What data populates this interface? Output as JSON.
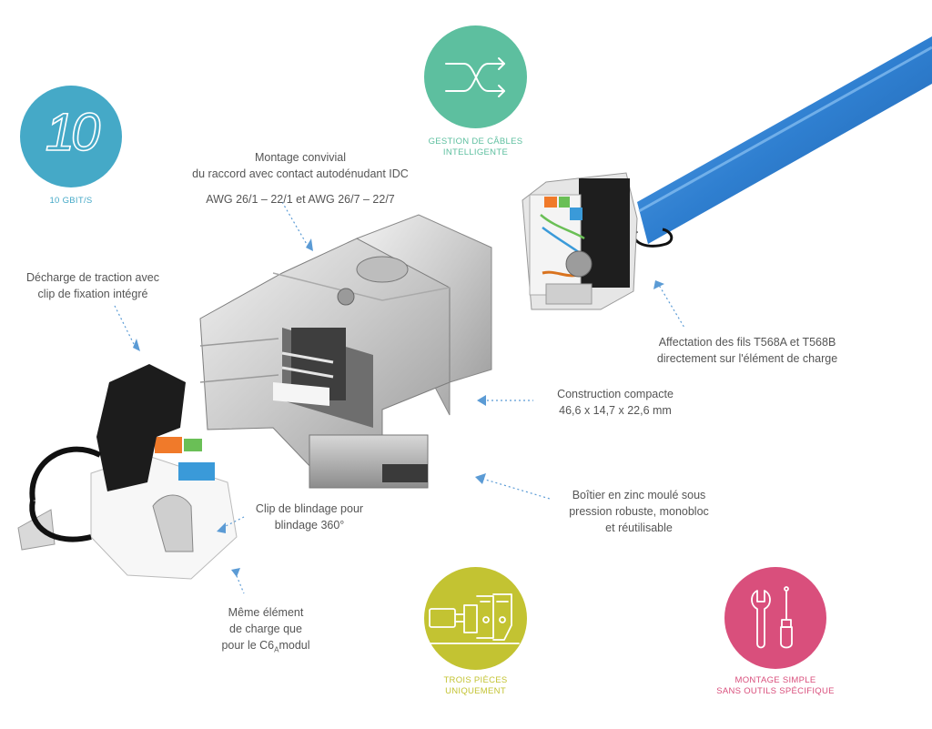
{
  "badges": {
    "speed": {
      "number": "10",
      "caption": "10 GBIT/s",
      "color": "#45a9c7"
    },
    "cables": {
      "caption_line1": "GESTION DE CÂBLES",
      "caption_line2": "INTELLIGENTE",
      "color": "#5dbf9f"
    },
    "parts": {
      "caption_line1": "TROIS PIÈCES",
      "caption_line2": "UNIQUEMENT",
      "color": "#c3c332"
    },
    "tools": {
      "caption_line1": "MONTAGE SIMPLE",
      "caption_line2": "SANS OUTILS SPÉCIFIQUE",
      "color": "#d94f7c"
    }
  },
  "annotations": {
    "idc": {
      "line1": "Montage convivial",
      "line2": "du raccord avec contact autodénudant IDC",
      "awg": "AWG 26/1 – 22/1 et AWG 26/7 – 22/7"
    },
    "strain": {
      "line1": "Décharge de traction avec",
      "line2": "clip de fixation intégré"
    },
    "wires": {
      "line1": "Affectation des fils T568A et T568B",
      "line2": "directement sur l'élément de charge"
    },
    "compact": {
      "line1": "Construction compacte",
      "line2": "46,6 x 14,7 x 22,6 mm"
    },
    "housing": {
      "line1": "Boîtier en zinc moulé sous",
      "line2": "pression robuste, monobloc",
      "line3": "et réutilisable"
    },
    "shield": {
      "line1": "Clip de blindage pour",
      "line2": "blindage 360°"
    },
    "element": {
      "line1": "Même élément",
      "line2": "de charge que",
      "line3_prefix": "pour le C6",
      "line3_sub": "A",
      "line3_suffix": "modul"
    }
  },
  "colors": {
    "arrow": "#5b9bd5",
    "cable": "#2f7fd0"
  }
}
